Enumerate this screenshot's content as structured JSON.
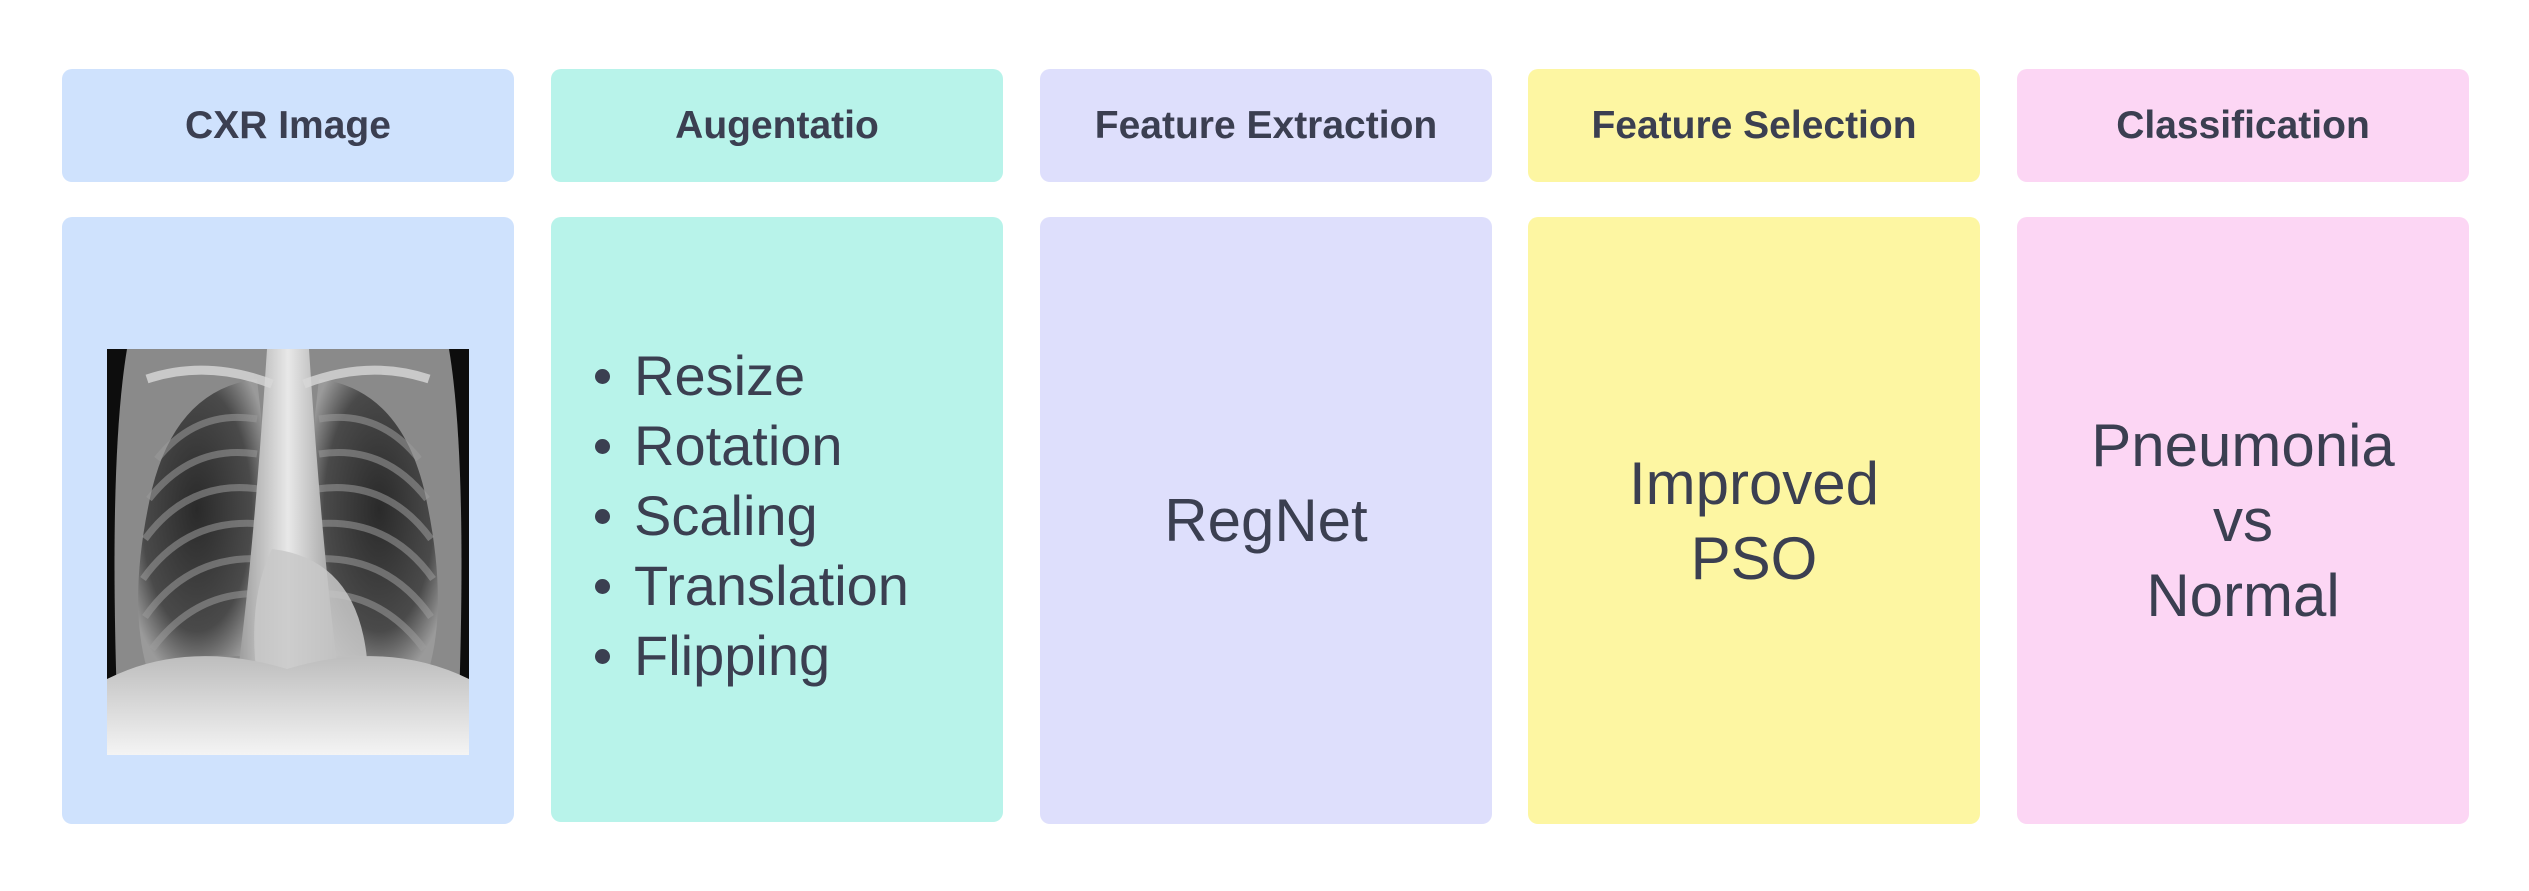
{
  "headers": [
    "CXR Image",
    "Augentatio",
    "Feature Extraction",
    "Feature Selection",
    "Classification"
  ],
  "augmentation_items": [
    "Resize",
    "Rotation",
    "Scaling",
    "Translation",
    "Flipping"
  ],
  "feature_extraction": "RegNet",
  "feature_selection": {
    "line1": "Improved",
    "line2": "PSO"
  },
  "classification": {
    "line1": "Pneumonia",
    "line2": "vs",
    "line3": "Normal"
  },
  "colors": {
    "blue": "#cfe2fd",
    "teal": "#b8f3ea",
    "lavender": "#dedffc",
    "yellow": "#fdf6a2",
    "pink": "#fcd6f4",
    "text": "#3b3f51"
  }
}
